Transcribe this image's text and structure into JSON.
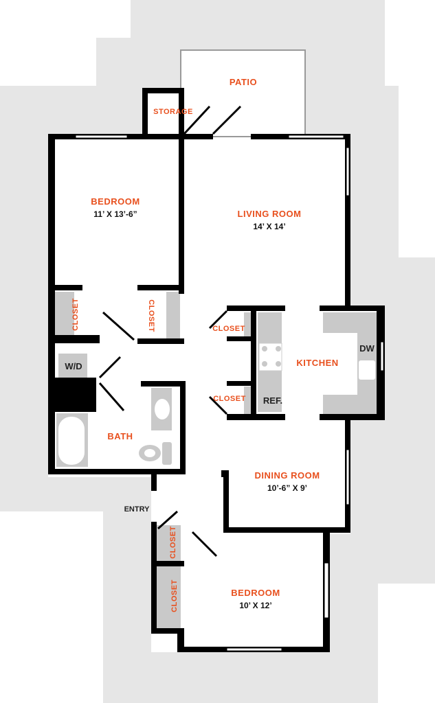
{
  "colors": {
    "label": "#e8501e",
    "wall": "#000000",
    "fixture": "#c9c9c9",
    "background": "#e6e6e6"
  },
  "rooms": {
    "patio": "PATIO",
    "storage": "STORAGE",
    "bedroom1": {
      "name": "BEDROOM",
      "size": "11’ X 13’-6”"
    },
    "living": {
      "name": "LIVING ROOM",
      "size": "14’ X 14’"
    },
    "closet": "CLOSET",
    "wd": "W/D",
    "kitchen": "KITCHEN",
    "dw": "DW",
    "ref": "REF.",
    "bath": "BATH",
    "dining": {
      "name": "DINING ROOM",
      "size": "10’-6” X 9’"
    },
    "entry": "ENTRY",
    "bedroom2": {
      "name": "BEDROOM",
      "size": "10’ X 12’"
    }
  }
}
